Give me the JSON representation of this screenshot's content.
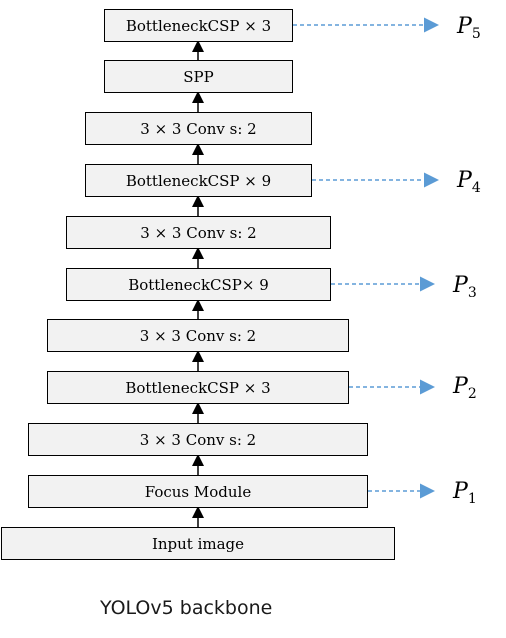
{
  "diagram": {
    "caption": "YOLOv5 backbone",
    "colors": {
      "block_fill": "#f2f2f2",
      "block_border": "#000000",
      "flow_arrow": "#000000",
      "output_arrow": "#5b9bd5"
    },
    "blocks": [
      {
        "id": "b1",
        "label": "BottleneckCSP × 3"
      },
      {
        "id": "b2",
        "label": "SPP"
      },
      {
        "id": "b3",
        "label": "3 × 3 Conv s: 2"
      },
      {
        "id": "b4",
        "label": "BottleneckCSP × 9"
      },
      {
        "id": "b5",
        "label": "3 × 3 Conv s: 2"
      },
      {
        "id": "b6",
        "label": "BottleneckCSP× 9"
      },
      {
        "id": "b7",
        "label": "3 × 3 Conv s: 2"
      },
      {
        "id": "b8",
        "label": "BottleneckCSP × 3"
      },
      {
        "id": "b9",
        "label": "3 × 3 Conv s: 2"
      },
      {
        "id": "b10",
        "label": "Focus Module"
      },
      {
        "id": "b11",
        "label": "Input image"
      }
    ],
    "outputs": [
      {
        "letter": "P",
        "sub": "5",
        "from": "b1"
      },
      {
        "letter": "P",
        "sub": "4",
        "from": "b4"
      },
      {
        "letter": "P",
        "sub": "3",
        "from": "b6"
      },
      {
        "letter": "P",
        "sub": "2",
        "from": "b8"
      },
      {
        "letter": "P",
        "sub": "1",
        "from": "b10"
      }
    ]
  }
}
